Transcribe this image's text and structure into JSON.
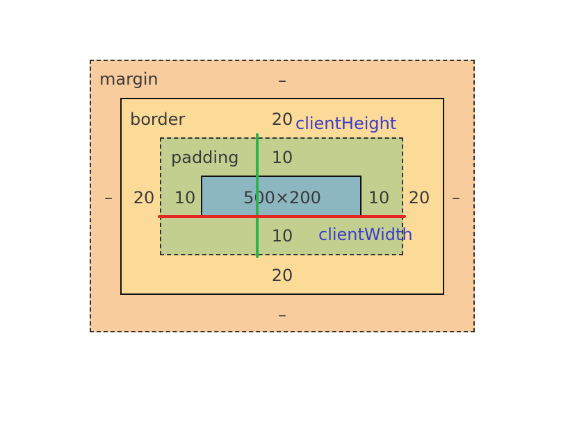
{
  "margin": {
    "label": "margin",
    "top": "–",
    "bottom": "–",
    "left": "–",
    "right": "–"
  },
  "border": {
    "label": "border",
    "top": "20",
    "bottom": "20",
    "left": "20",
    "right": "20"
  },
  "padding": {
    "label": "padding",
    "top": "10",
    "bottom": "10",
    "left": "10",
    "right": "10"
  },
  "content": {
    "size": "500×200"
  },
  "annotations": {
    "client_height": "clientHeight",
    "client_width": "clientWidth"
  },
  "colors": {
    "margin": "#f9cc9d",
    "border": "#fcdb98",
    "padding": "#c3cf8f",
    "content": "#8cb6c0",
    "client_height_line": "#2db34a",
    "client_width_line": "#e82626",
    "annotation_text": "#3c3cc8"
  }
}
